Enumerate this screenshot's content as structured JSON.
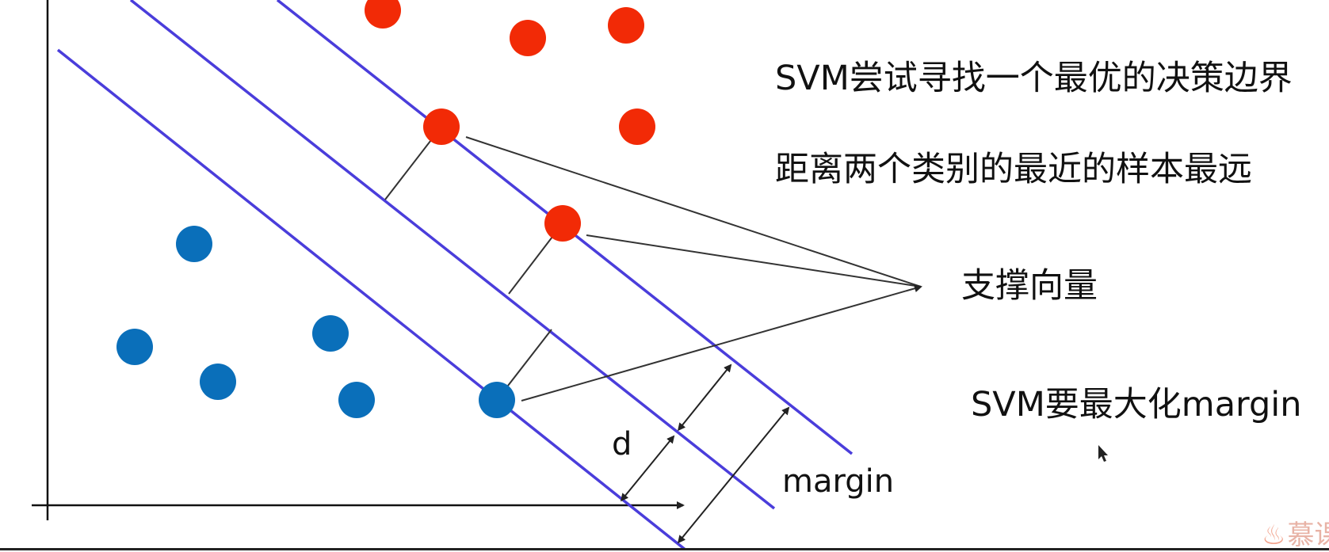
{
  "texts": {
    "title": "SVM尝试寻找一个最优的决策边界",
    "subtitle": "距离两个类别的最近的样本最远",
    "support_vectors": "支撑向量",
    "maximize": "SVM要最大化margin",
    "d_label": "d",
    "margin_label": "margin",
    "watermark": "慕课"
  },
  "colors": {
    "red_class": "#f22a06",
    "blue_class": "#0a6fba",
    "boundary": "#4a3ddb",
    "annotation": "#222222"
  },
  "points": {
    "red": [
      {
        "name": "red-point-1"
      },
      {
        "name": "red-point-2"
      },
      {
        "name": "red-point-3"
      },
      {
        "name": "red-point-4"
      },
      {
        "name": "red-point-5"
      },
      {
        "name": "red-point-6"
      }
    ],
    "blue": [
      {
        "name": "blue-point-1"
      },
      {
        "name": "blue-point-2"
      },
      {
        "name": "blue-point-3"
      },
      {
        "name": "blue-point-4"
      },
      {
        "name": "blue-point-5"
      },
      {
        "name": "blue-point-6"
      }
    ]
  },
  "lines": [
    {
      "name": "upper-margin-line"
    },
    {
      "name": "decision-boundary-line"
    },
    {
      "name": "lower-margin-line"
    }
  ]
}
